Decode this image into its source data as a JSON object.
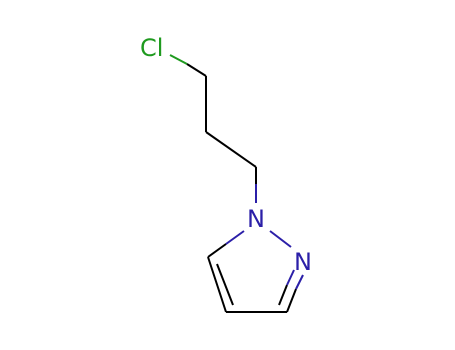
{
  "structure": {
    "atoms": {
      "chlorine": {
        "label": "Cl",
        "color": "#1f9a1f"
      },
      "n1": {
        "label": "N",
        "color": "#2b1fa8"
      },
      "n2": {
        "label": "N",
        "color": "#2b1fa8"
      }
    },
    "bond_color": "#000000",
    "background": "#ffffff"
  }
}
